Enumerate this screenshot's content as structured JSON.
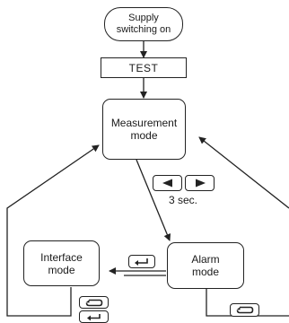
{
  "nodes": {
    "supply": {
      "label": "Supply\nswitching on"
    },
    "test": {
      "label": "TEST"
    },
    "measurement": {
      "label": "Measurement\nmode"
    },
    "interface": {
      "label": "Interface\nmode"
    },
    "alarm": {
      "label": "Alarm\nmode"
    }
  },
  "keys": {
    "left": {
      "icon": "triangle-left-icon"
    },
    "right": {
      "icon": "triangle-right-icon"
    },
    "enter": {
      "icon": "enter-arrow-icon"
    },
    "escape": {
      "icon": "loop-arrow-icon"
    }
  },
  "labels": {
    "hold_duration": "3 sec."
  },
  "colors": {
    "stroke": "#222222",
    "fill": "#ffffff",
    "text": "#1a1a1a"
  }
}
